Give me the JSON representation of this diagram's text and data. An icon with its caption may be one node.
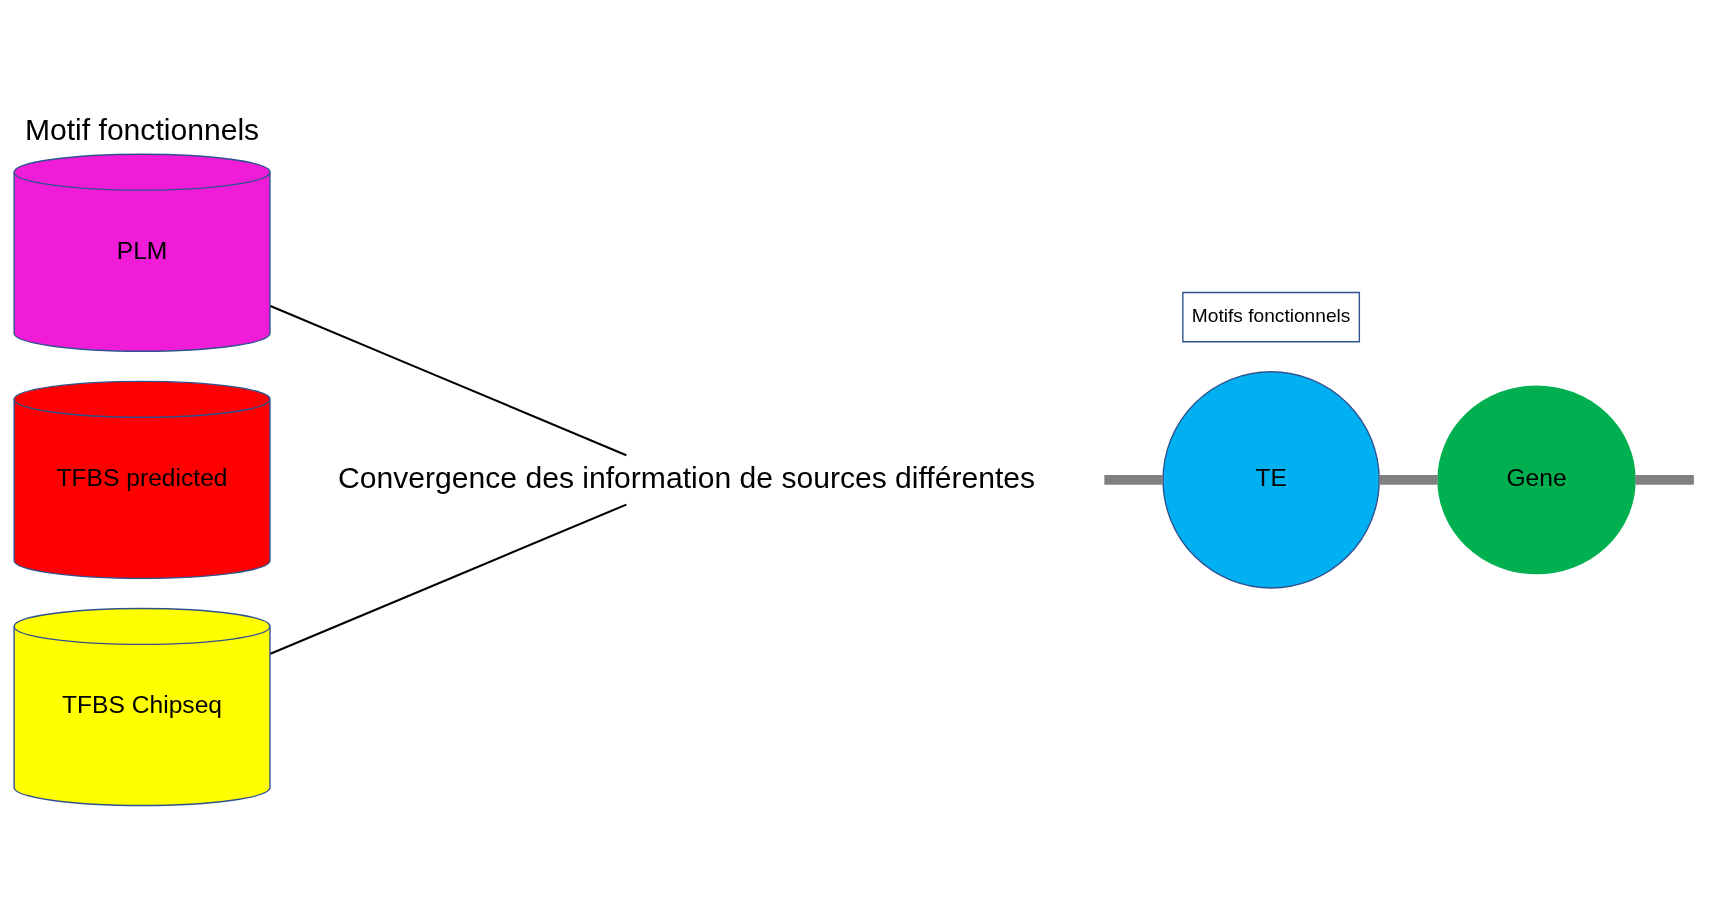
{
  "diagram": {
    "title": "Motif fonctionnels",
    "nodes": [
      {
        "text": [
          "PLM"
        ]
      },
      {
        "text": [
          "TFBS predicted"
        ]
      },
      {
        "text": [
          "TFBS Chipseq"
        ]
      },
      {
        "text": [
          "Convergence des information de sources différentes"
        ]
      },
      {
        "text": [
          "TE"
        ]
      },
      {
        "text": [
          "Motifs fonctionnels"
        ]
      },
      {
        "text": [
          "Gene"
        ]
      }
    ],
    "edges": [
      {
        "from": 0,
        "to": 3,
        "arrow": "none",
        "color": "#000000"
      },
      {
        "from": 2,
        "to": 3,
        "arrow": "none",
        "color": "#000000"
      },
      {
        "from": null,
        "to": 4,
        "arrow": "none"
      },
      {
        "from": 4,
        "to": 6,
        "arrow": "none"
      },
      {
        "from": 6,
        "to": null,
        "arrow": "none"
      }
    ]
  }
}
